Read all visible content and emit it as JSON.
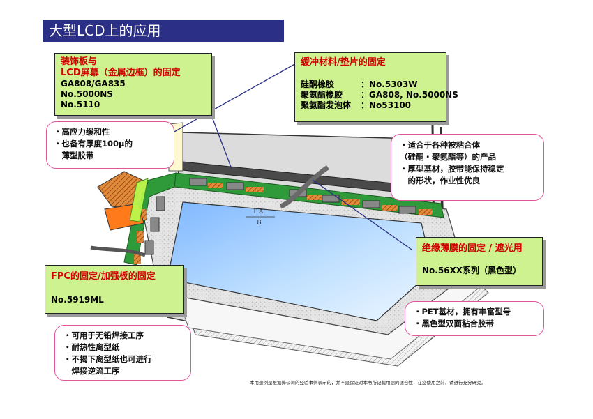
{
  "title": "大型LCD上的应用",
  "box_decor": {
    "heading_line1": "装饰板与",
    "heading_line2": "LCD屏幕（金属边框）的固定",
    "products": [
      "GA808/GA835",
      "No.5000NS",
      "No.5110"
    ]
  },
  "callout_decor": [
    "・高应力缓和性",
    "・也备有厚度100μ的",
    "　薄型胶带"
  ],
  "box_cushion": {
    "heading": "缓冲材料/垫片的固定",
    "rows": [
      {
        "material": "硅酮橡胶",
        "product": "：No.5303W"
      },
      {
        "material": "聚氨酯橡胶",
        "product": "：GA808, No.5000NS"
      },
      {
        "material": "聚氨酯发泡体",
        "product": "：No53100"
      }
    ]
  },
  "callout_cushion": [
    "・适合于各种被粘合体",
    "（硅酮・聚氨酯等）的产品",
    "・厚型基材，胶带能保持稳定",
    "　的形状，作业性优良"
  ],
  "box_film": {
    "heading": "绝缘薄膜的固定 / 遮光用",
    "product": "No.56XX系列（黑色型）"
  },
  "callout_film": [
    "・PET基材，拥有丰富型号",
    "・黑色型双面粘合胶带"
  ],
  "box_fpc": {
    "heading": "FPC的固定/加强板的固定",
    "product": "No.5919ML"
  },
  "callout_fpc": [
    "・可用于无铅焊接工序",
    "・耐热性离型纸",
    "・不揭下离型纸也可进行",
    "　焊接逆流工序"
  ],
  "diagram_labels": {
    "top": "T A",
    "bottom": "B"
  },
  "footer": "本用途例是根据弊公司的经验事例表示的，并不是保证对本书所记载用途的适合性，在您使用之前，请进行充分研究。"
}
